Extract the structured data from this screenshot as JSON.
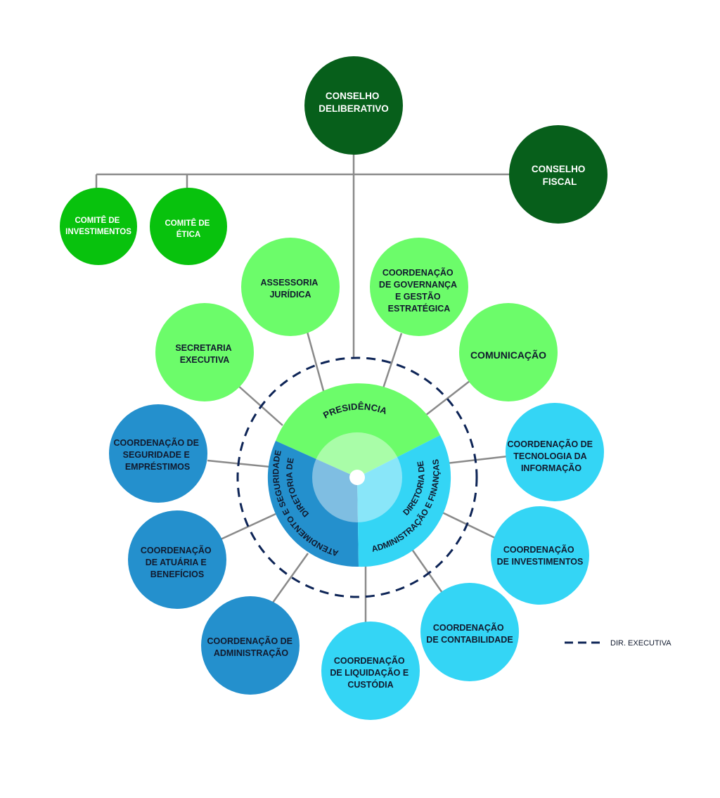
{
  "colors": {
    "dark_green": "#075f1b",
    "green": "#08c20d",
    "light_green": "#6cfc6a",
    "blue": "#2490cd",
    "cyan": "#34d5f5",
    "connector": "#8a8a8a",
    "dashed_ring": "#0d2456",
    "text_white": "#ffffff",
    "text_dark": "#111a2e"
  },
  "board": {
    "conselho_deliberativo": [
      "CONSELHO",
      "DELIBERATIVO"
    ],
    "conselho_fiscal": [
      "CONSELHO",
      "FISCAL"
    ],
    "comite_investimentos": [
      "COMITÊ DE",
      "INVESTIMENTOS"
    ],
    "comite_etica": [
      "COMITÊ DE",
      "ÉTICA"
    ]
  },
  "presidencia_units": {
    "assessoria_juridica": [
      "ASSESSORIA",
      "JURÍDICA"
    ],
    "coord_governanca": [
      "COORDENAÇÃO",
      "DE GOVERNANÇA",
      "E GESTÃO",
      "ESTRATÉGICA"
    ],
    "secretaria_executiva": [
      "SECRETARIA",
      "EXECUTIVA"
    ],
    "comunicacao": [
      "COMUNICAÇÃO"
    ]
  },
  "seguridade_units": {
    "coord_seguridade": [
      "COORDENAÇÃO DE",
      "SEGURIDADE E",
      "EMPRÉSTIMOS"
    ],
    "coord_atuaria": [
      "COORDENAÇÃO",
      "DE  ATUÁRIA E",
      "BENEFÍCIOS"
    ],
    "coord_administracao": [
      "COORDENAÇÃO DE",
      "ADMINISTRAÇÃO"
    ]
  },
  "financas_units": {
    "coord_tecnologia": [
      "COORDENAÇÃO DE",
      "TECNOLOGIA DA",
      "INFORMAÇÃO"
    ],
    "coord_investimentos": [
      "COORDENAÇÃO",
      "DE INVESTIMENTOS"
    ],
    "coord_contabilidade": [
      "COORDENAÇÃO",
      "DE CONTABILIDADE"
    ],
    "coord_liquidacao": [
      "COORDENAÇÃO",
      "DE LIQUIDAÇÃO E",
      "CUSTÓDIA"
    ]
  },
  "core": {
    "presidencia": "PRESIDÊNCIA",
    "dir_atendimento": [
      "DIRETORIA DE",
      "ATENDIMENTO E SEGURIDADE"
    ],
    "dir_administracao": [
      "DIRETORIA DE",
      "ADMINISTRAÇÃO E FINANÇAS"
    ]
  },
  "legend": {
    "label": "DIR. EXECUTIVA"
  }
}
